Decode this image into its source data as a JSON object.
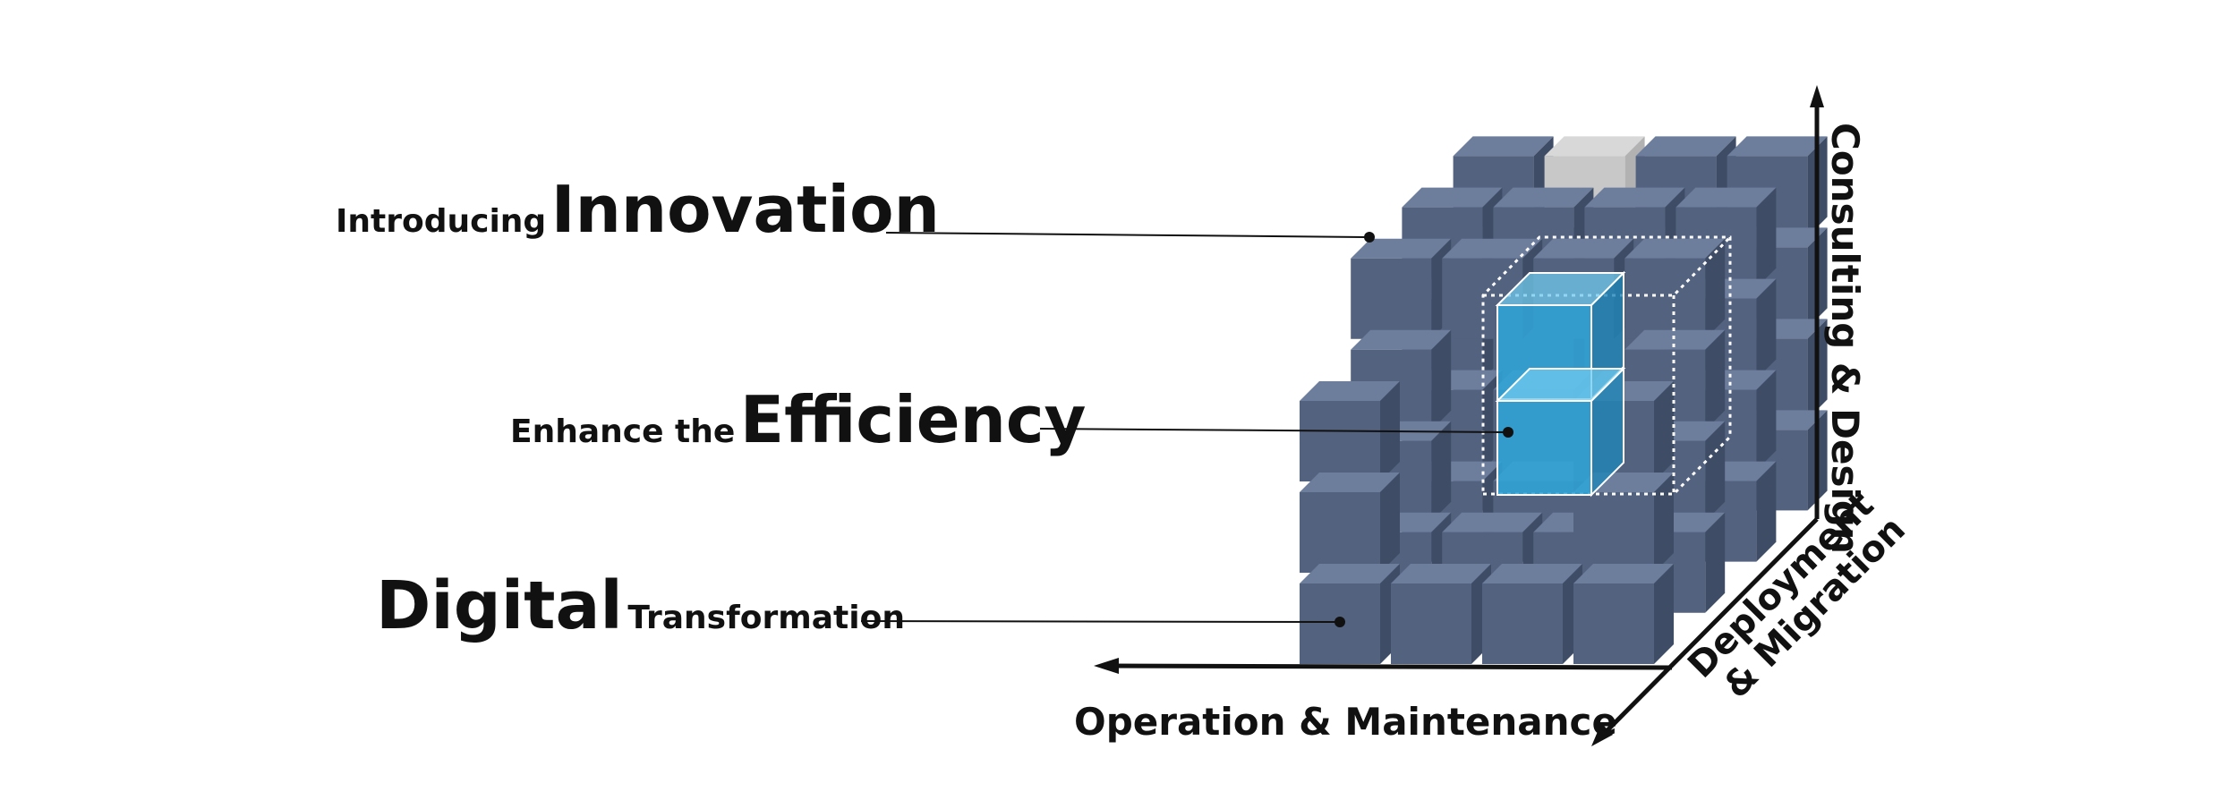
{
  "labels": {
    "innovation": {
      "small": "Introducing",
      "big": "Innovation"
    },
    "efficiency": {
      "small": "Enhance the",
      "big": "Efficiency"
    },
    "digital": {
      "big": "Digital",
      "small": "Transformation"
    }
  },
  "axes": {
    "vertical": "Consulting & Design",
    "depth_line1": "Deployment",
    "depth_line2": "& Migration",
    "horizontal": "Operation & Maintenance"
  },
  "colors": {
    "cube_front": "#53627f",
    "cube_top": "#6d7d9c",
    "cube_side": "#3f4c66",
    "highlight_cube": "#2fa6da",
    "grey_cube": "#c8c8c8",
    "text": "#111111"
  }
}
